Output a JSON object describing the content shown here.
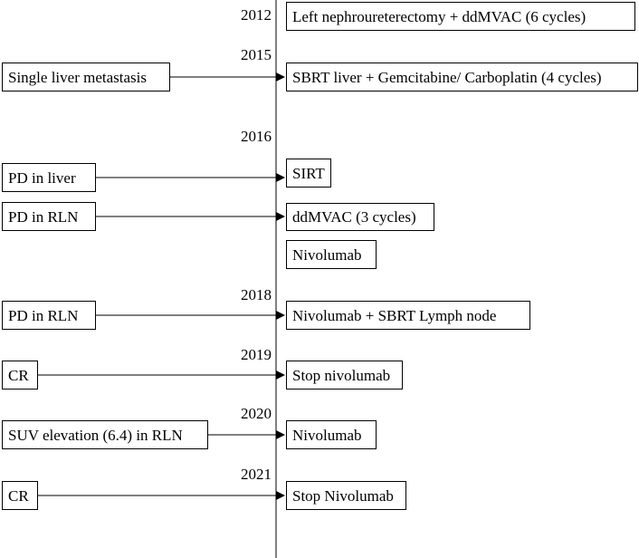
{
  "colors": {
    "line": "#000000",
    "box_border": "#000000",
    "background": "#ffffff"
  },
  "years": {
    "y2012": "2012",
    "y2015": "2015",
    "y2016": "2016",
    "y2018": "2018",
    "y2019": "2019",
    "y2020": "2020",
    "y2021": "2021"
  },
  "events": {
    "e2012": {
      "treatment": "Left nephroureterectomy + ddMVAC (6 cycles)"
    },
    "e2015": {
      "finding": "Single liver metastasis",
      "treatment": "SBRT liver + Gemcitabine/ Carboplatin (4 cycles)"
    },
    "e2016a": {
      "finding": "PD in liver",
      "treatment": "SIRT"
    },
    "e2016b": {
      "finding": "PD in RLN",
      "treatment": "ddMVAC (3 cycles)"
    },
    "e2016c": {
      "treatment": "Nivolumab"
    },
    "e2018": {
      "finding": "PD in RLN",
      "treatment": "Nivolumab + SBRT Lymph node"
    },
    "e2019": {
      "finding": "CR",
      "treatment": "Stop nivolumab"
    },
    "e2020": {
      "finding": "SUV elevation (6.4) in RLN",
      "treatment": "Nivolumab"
    },
    "e2021": {
      "finding": "CR",
      "treatment": "Stop Nivolumab"
    }
  }
}
